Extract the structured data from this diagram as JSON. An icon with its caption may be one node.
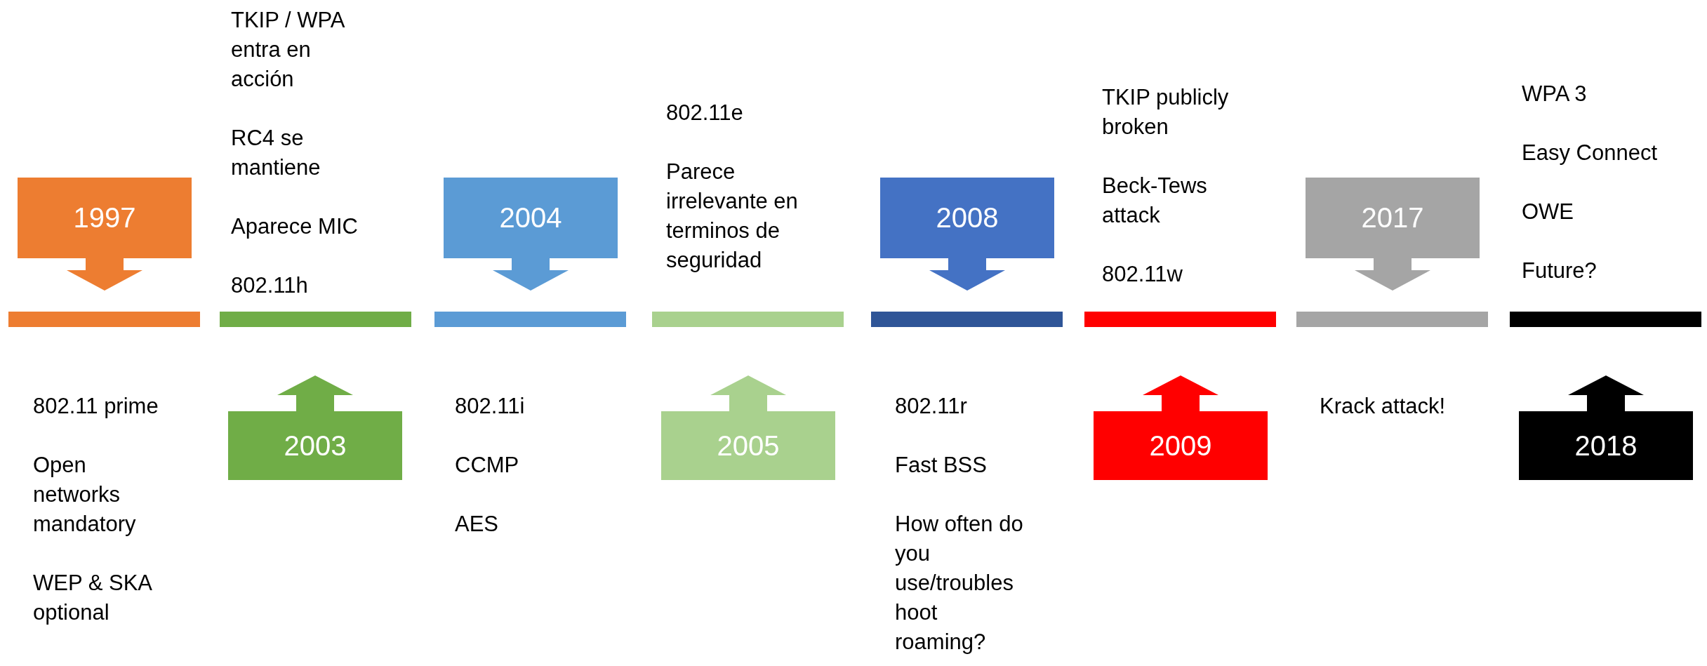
{
  "diagram": {
    "nodes": [
      {
        "text": [
          "1997"
        ],
        "beside": [
          "802.11 prime",
          "Open networks mandatory",
          "WEP & SKA optional"
        ]
      },
      {
        "text": [
          "2003"
        ],
        "beside": [
          "TKIP / WPA entra en acción",
          "RC4 se mantiene",
          "Aparece MIC",
          "802.11h"
        ]
      },
      {
        "text": [
          "2004"
        ],
        "beside": [
          "802.11i",
          "CCMP",
          "AES"
        ]
      },
      {
        "text": [
          "2005"
        ],
        "beside": [
          "802.11e",
          "Parece irrelevante en terminos de seguridad"
        ]
      },
      {
        "text": [
          "2008"
        ],
        "beside": [
          "802.11r",
          "Fast BSS",
          "How often do you use/troubles hoot roaming?"
        ]
      },
      {
        "text": [
          "2009"
        ],
        "beside": [
          "TKIP publicly broken",
          "Beck-Tews attack",
          "802.11w"
        ]
      },
      {
        "text": [
          "2017"
        ]
      },
      {
        "text": [
          "2018"
        ],
        "beside": [
          "WPA 3",
          "Easy Connect",
          "OWE",
          "Future?"
        ]
      }
    ],
    "edges": [],
    "labels": [
      "Krack attack!"
    ]
  }
}
